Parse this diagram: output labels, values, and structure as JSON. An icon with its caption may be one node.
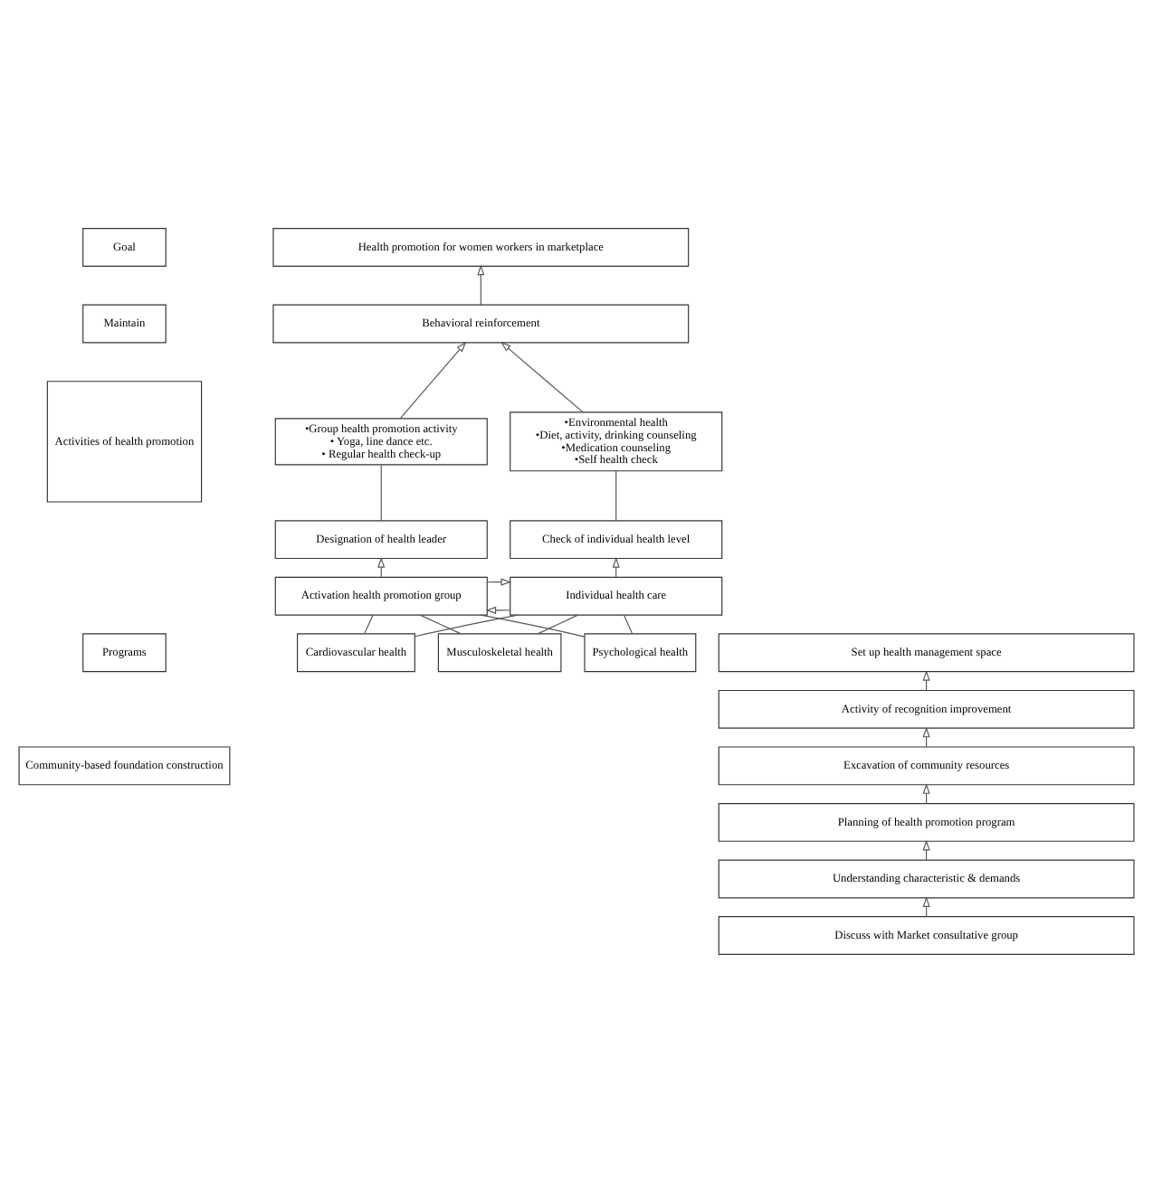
{
  "diagram": {
    "nodes": [
      {
        "text": [
          "Goal"
        ]
      },
      {
        "text": [
          "Health promotion for women workers in marketplace"
        ]
      },
      {
        "text": [
          "Maintain"
        ]
      },
      {
        "text": [
          "Behavioral reinforcement"
        ]
      },
      {
        "text": [
          "Activities of health promotion"
        ]
      },
      {
        "text": [
          "•Group health promotion activity",
          "• Yoga, line dance etc.",
          "• Regular health check-up"
        ]
      },
      {
        "text": [
          "•Environmental health",
          "•Diet, activity, drinking counseling",
          "•Medication counseling",
          "•Self health check"
        ]
      },
      {
        "text": [
          "Designation of health leader"
        ]
      },
      {
        "text": [
          "Check of individual health level"
        ]
      },
      {
        "text": [
          "Activation health promotion group"
        ]
      },
      {
        "text": [
          "Individual health care"
        ]
      },
      {
        "text": [
          "Programs"
        ]
      },
      {
        "text": [
          "Cardiovascular health"
        ]
      },
      {
        "text": [
          "Musculoskeletal health"
        ]
      },
      {
        "text": [
          "Psychological health"
        ]
      },
      {
        "text": [
          "Community-based foundation construction"
        ]
      },
      {
        "text": [
          "Set up health management space"
        ]
      },
      {
        "text": [
          "Activity of recognition improvement"
        ]
      },
      {
        "text": [
          "Excavation of community resources"
        ]
      },
      {
        "text": [
          "Planning of health promotion program"
        ]
      },
      {
        "text": [
          "Understanding characteristic & demands"
        ]
      },
      {
        "text": [
          "Discuss with Market consultative group"
        ]
      }
    ],
    "edges": [
      {
        "from": 3,
        "to": 1,
        "arrow": "to"
      },
      {
        "from": 5,
        "to": 3,
        "arrow": "to"
      },
      {
        "from": 6,
        "to": 3,
        "arrow": "to"
      },
      {
        "from": 7,
        "to": 5,
        "arrow": "none"
      },
      {
        "from": 8,
        "to": 6,
        "arrow": "none"
      },
      {
        "from": 9,
        "to": 7,
        "arrow": "to"
      },
      {
        "from": 10,
        "to": 8,
        "arrow": "to"
      },
      {
        "from": 9,
        "to": 10,
        "arrow": "to"
      },
      {
        "from": 10,
        "to": 9,
        "arrow": "to"
      },
      {
        "from": 12,
        "to": 9,
        "arrow": "none"
      },
      {
        "from": 12,
        "to": 10,
        "arrow": "none"
      },
      {
        "from": 13,
        "to": 9,
        "arrow": "none"
      },
      {
        "from": 13,
        "to": 10,
        "arrow": "none"
      },
      {
        "from": 14,
        "to": 9,
        "arrow": "none"
      },
      {
        "from": 14,
        "to": 10,
        "arrow": "none"
      },
      {
        "from": 21,
        "to": 20,
        "arrow": "to"
      },
      {
        "from": 20,
        "to": 19,
        "arrow": "to"
      },
      {
        "from": 19,
        "to": 18,
        "arrow": "to"
      },
      {
        "from": 18,
        "to": 17,
        "arrow": "to"
      },
      {
        "from": 17,
        "to": 16,
        "arrow": "to"
      }
    ]
  }
}
